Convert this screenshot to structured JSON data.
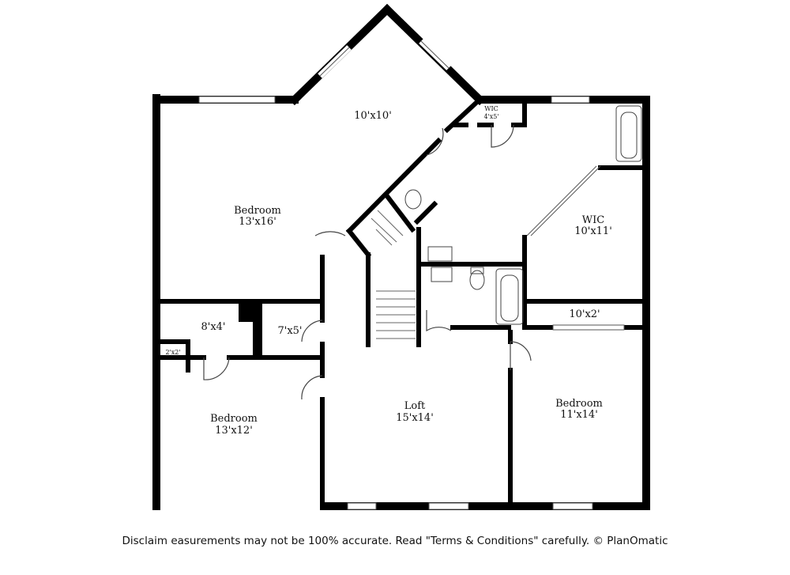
{
  "rooms": {
    "top_room": {
      "dims": "10'x10'"
    },
    "bedroom_nw": {
      "name": "Bedroom",
      "dims": "13'x16'"
    },
    "wic_small": {
      "name": "WIC",
      "dims": "4'x5'"
    },
    "wic_large": {
      "name": "WIC",
      "dims": "10'x11'"
    },
    "closet_8x4": {
      "dims": "8'x4'"
    },
    "closet_7x5": {
      "dims": "7'x5'"
    },
    "closet_2x2": {
      "dims": "2'x2'"
    },
    "hall_10x2": {
      "dims": "10'x2'"
    },
    "bedroom_sw": {
      "name": "Bedroom",
      "dims": "13'x12'"
    },
    "loft": {
      "name": "Loft",
      "dims": "15'x14'"
    },
    "bedroom_se": {
      "name": "Bedroom",
      "dims": "11'x14'"
    }
  },
  "disclaimer": "Disclaim     easurements may not be 100% accurate. Read \"Terms & Conditions\" carefully. © PlanOmatic"
}
